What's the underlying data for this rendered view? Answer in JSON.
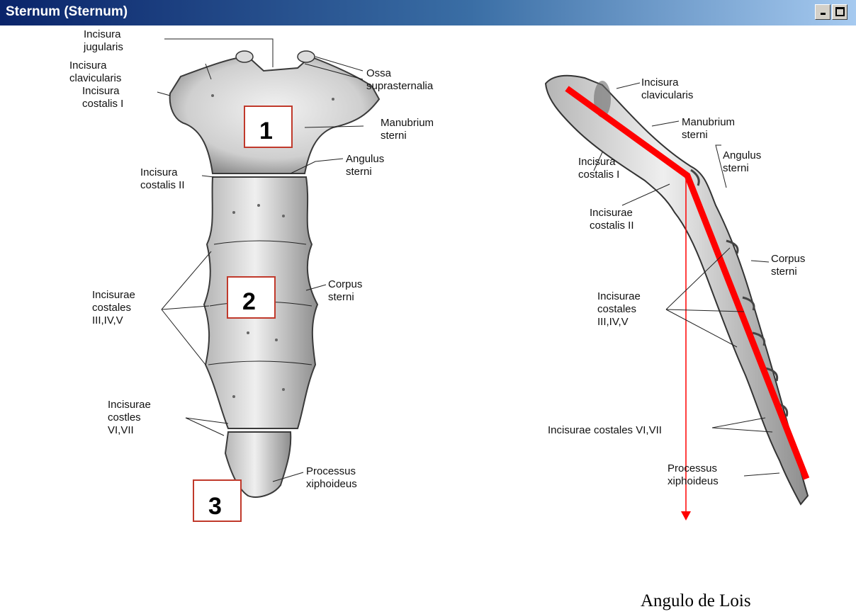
{
  "window": {
    "title": "Sternum (Sternum)"
  },
  "left_figure": {
    "labels": {
      "incisura_jugularis": [
        "Incisura",
        "jugularis"
      ],
      "incisura_clavicularis": [
        "Incisura",
        "clavicularis"
      ],
      "incisura_costalis_i": [
        "Incisura",
        "costalis I"
      ],
      "ossa_suprasternalia": [
        "Ossa",
        "suprasternalia"
      ],
      "manubrium_sterni": [
        "Manubrium",
        "sterni"
      ],
      "angulus_sterni": [
        "Angulus",
        "sterni"
      ],
      "incisura_costalis_ii": [
        "Incisura",
        "costalis II"
      ],
      "corpus_sterni": [
        "Corpus",
        "sterni"
      ],
      "incisurae_costales_iii_v": [
        "Incisurae",
        "costales",
        "III,IV,V"
      ],
      "incisurae_costles_vi_vii": [
        "Incisurae",
        "costles",
        "VI,VII"
      ],
      "processus_xiphoideus": [
        "Processus",
        "xiphoideus"
      ]
    },
    "markers": [
      "1",
      "2",
      "3"
    ]
  },
  "right_figure": {
    "labels": {
      "incisura_clavicularis": [
        "Incisura",
        "clavicularis"
      ],
      "manubrium_sterni": [
        "Manubrium",
        "sterni"
      ],
      "angulus_sterni": [
        "Angulus",
        "sterni"
      ],
      "incisura_costalis_i": [
        "Incisura",
        "costalis I"
      ],
      "incisurae_costalis_ii": [
        "Incisurae",
        "costalis II"
      ],
      "corpus_sterni": [
        "Corpus",
        "sterni"
      ],
      "incisurae_costales_iii_v": [
        "Incisurae",
        "costales",
        "III,IV,V"
      ],
      "incisurae_costales_vi_vii": [
        "Incisurae costales VI,VII"
      ],
      "processus_xiphoideus": [
        "Processus",
        "xiphoideus"
      ]
    }
  },
  "annotation": {
    "caption": "Angulo de Lois",
    "line_color": "#ff0000"
  },
  "colors": {
    "bone_light": "#e8e8e8",
    "bone_shade": "#9a9a9a",
    "bone_dark": "#555555",
    "marker_border": "#c0392b"
  }
}
